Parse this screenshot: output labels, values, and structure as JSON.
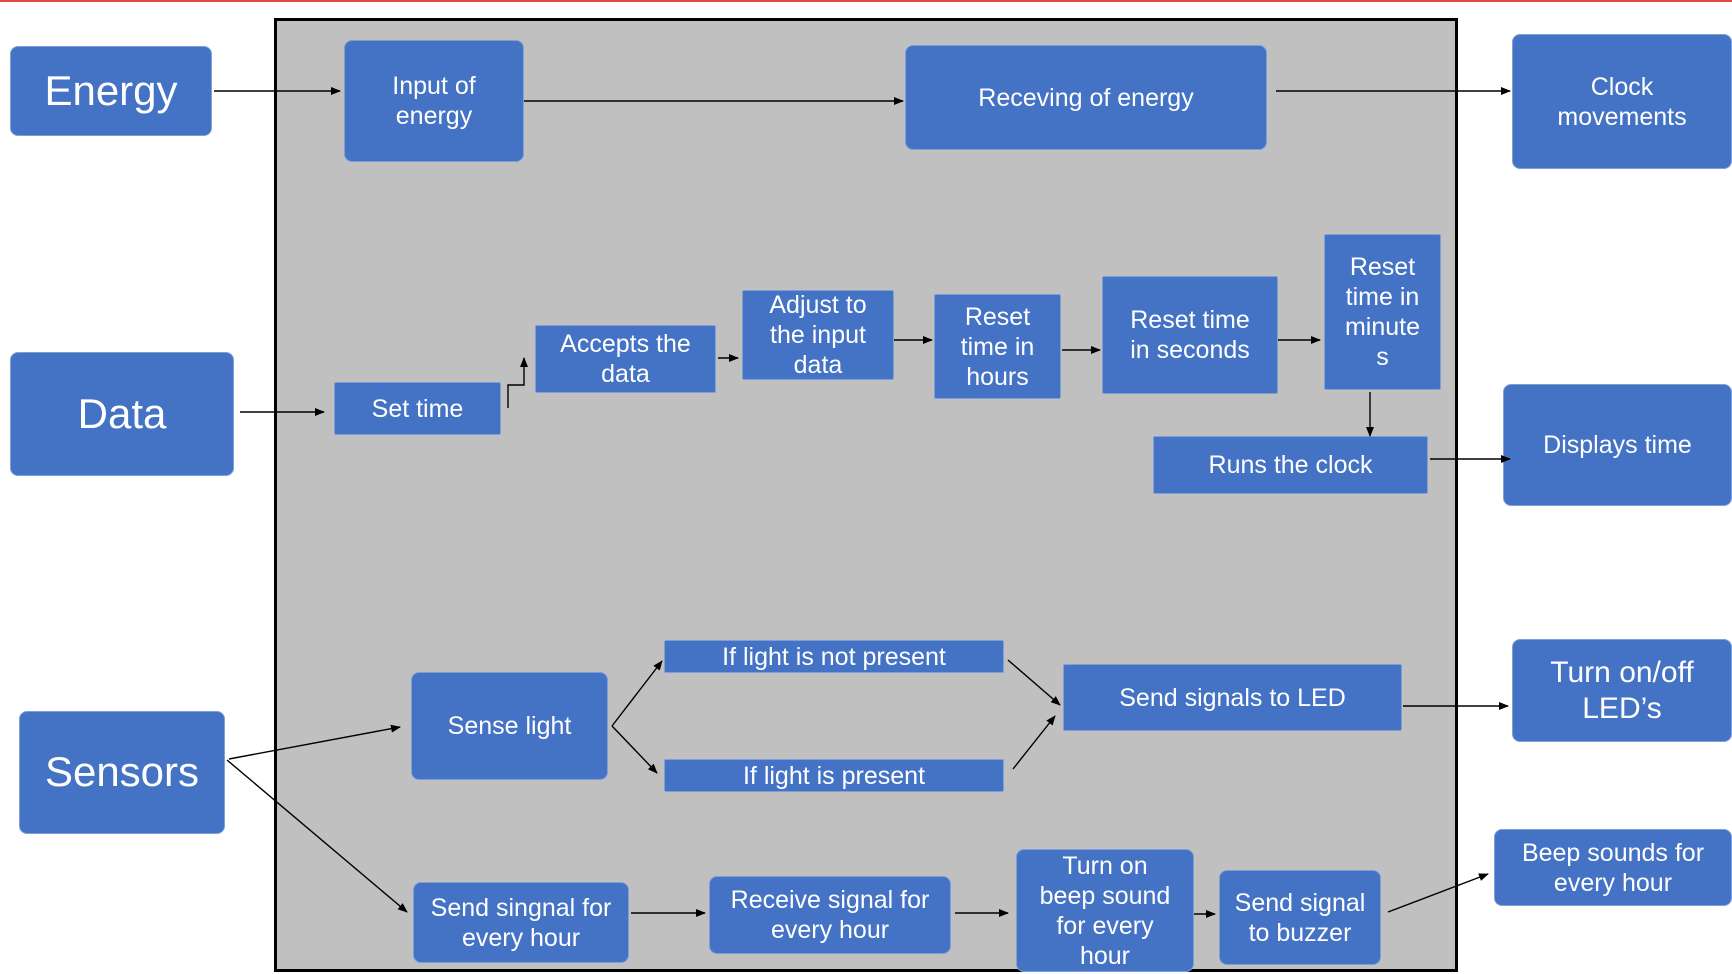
{
  "inputs": {
    "energy": "Energy",
    "data": "Data",
    "sensors": "Sensors"
  },
  "outputs": {
    "clock_movements": "Clock\nmovements",
    "displays_time": "Displays time",
    "turn_leds": "Turn on/off\nLED’s",
    "beep_sounds": "Beep sounds for\nevery hour"
  },
  "energy_flow": {
    "input_of_energy": "Input of\nenergy",
    "receiving_energy": "Receving of energy"
  },
  "data_flow": {
    "set_time": "Set time",
    "accepts_data": "Accepts the\ndata",
    "adjust_input": "Adjust to\nthe input\ndata",
    "reset_hours": "Reset\ntime in\nhours",
    "reset_seconds": "Reset time\nin seconds",
    "reset_minutes": "Reset\ntime in\nminute\ns",
    "runs_clock": "Runs the clock"
  },
  "sensor_flow": {
    "sense_light": "Sense light",
    "light_not_present": "If light is not present",
    "light_present": "If light is present",
    "send_led": "Send signals to LED",
    "send_signal_hour": "Send singnal for\nevery hour",
    "receive_signal_hour": "Receive signal for\nevery hour",
    "turn_on_beep": "Turn on\nbeep sound\nfor every\nhour",
    "send_buzzer": "Send signal\nto buzzer"
  },
  "colors": {
    "box_fill": "#4472c4",
    "system_fill": "#c0c0c0",
    "top_rule": "#e34a4a"
  }
}
